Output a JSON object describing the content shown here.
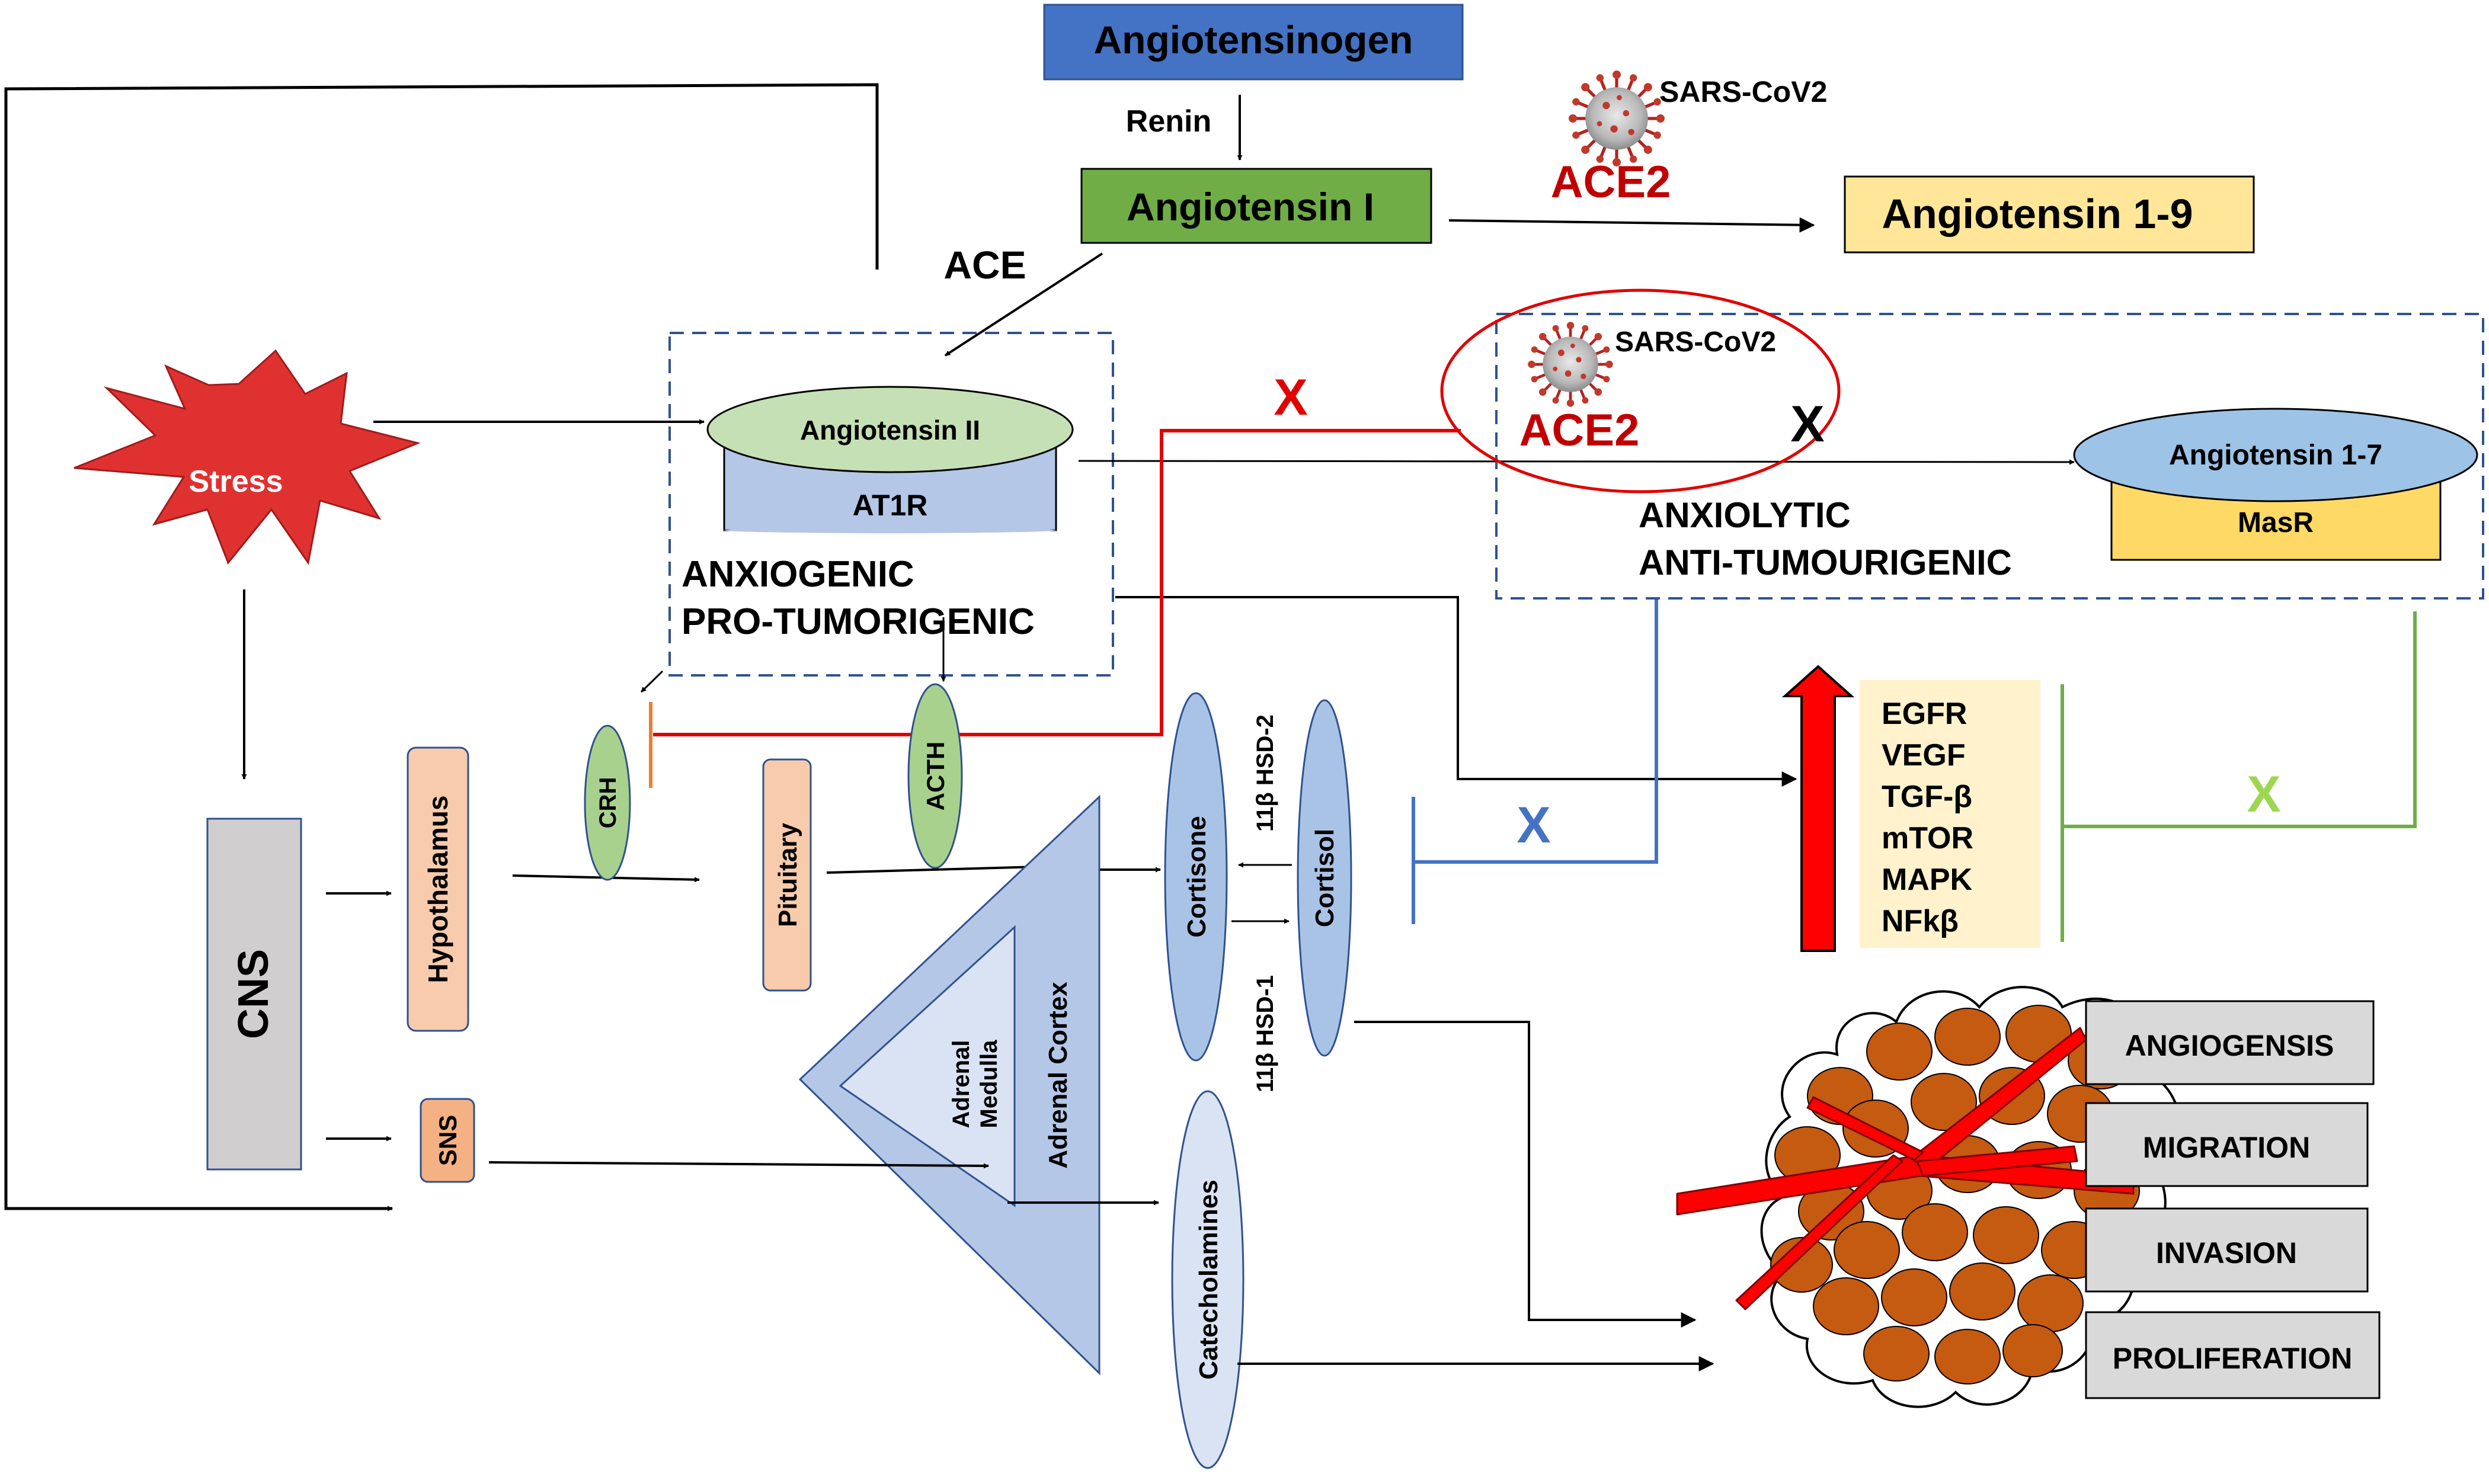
{
  "raas": {
    "angiotensinogen": "Angiotensinogen",
    "renin": "Renin",
    "angiotensin_i": "Angiotensin I",
    "ace": "ACE",
    "ace2": "ACE2",
    "sars_cov2": "SARS-CoV2",
    "angiotensin_1_9": "Angiotensin 1-9",
    "angiotensin_ii": "Angiotensin II",
    "at1r": "AT1R",
    "angiotensin_1_7": "Angiotensin 1-7",
    "masr": "MasR",
    "anxiogenic": "ANXIOGENIC",
    "pro_tumorigenic": "PRO-TUMORIGENIC",
    "anxiolytic": "ANXIOLYTIC",
    "anti_tumourigenic": "ANTI-TUMOURIGENIC",
    "block_mark": "X"
  },
  "stress_axis": {
    "stress": "Stress",
    "cns": "CNS",
    "hypothalamus": "Hypothalamus",
    "sns": "SNS",
    "crh": "CRH",
    "acth": "ACTH",
    "pituitary": "Pituitary",
    "adrenal_medulla_line1": "Adrenal",
    "adrenal_medulla_line2": "Medulla",
    "adrenal_cortex": "Adrenal Cortex",
    "cortisone": "Cortisone",
    "cortisol": "Cortisol",
    "hsd2": "11β HSD-2",
    "hsd1": "11β HSD-1",
    "catecholamines": "Catecholamines"
  },
  "factors": [
    "EGFR",
    "VEGF",
    "TGF-β",
    "mTOR",
    "MAPK",
    "NFkβ"
  ],
  "outcomes": [
    "ANGIOGENSIS",
    "MIGRATION",
    "INVASION",
    "PROLIFERATION"
  ],
  "colors": {
    "angiotensinogen_fill": "#4472c4",
    "angiotensin_i_fill": "#70ad47",
    "angiotensin_1_9_fill": "#ffe699",
    "receptor_fill": "#b4c7e7",
    "angiotensin_ii_fill": "#c5e0b4",
    "angiotensin_1_7_fill": "#9dc3e6",
    "masr_fill": "#ffd966",
    "ace2_text": "#c00000",
    "red_inhibit": "#e00000",
    "blue_inhibit": "#4472c4",
    "green_inhibit": "#70ad47",
    "hormone_ellipse": "#a9c3e6",
    "peach_box": "#f8cbad",
    "tumour_cell": "#c55a11",
    "outcome_box": "#d9d9d9",
    "factor_box": "#fff2cc"
  }
}
